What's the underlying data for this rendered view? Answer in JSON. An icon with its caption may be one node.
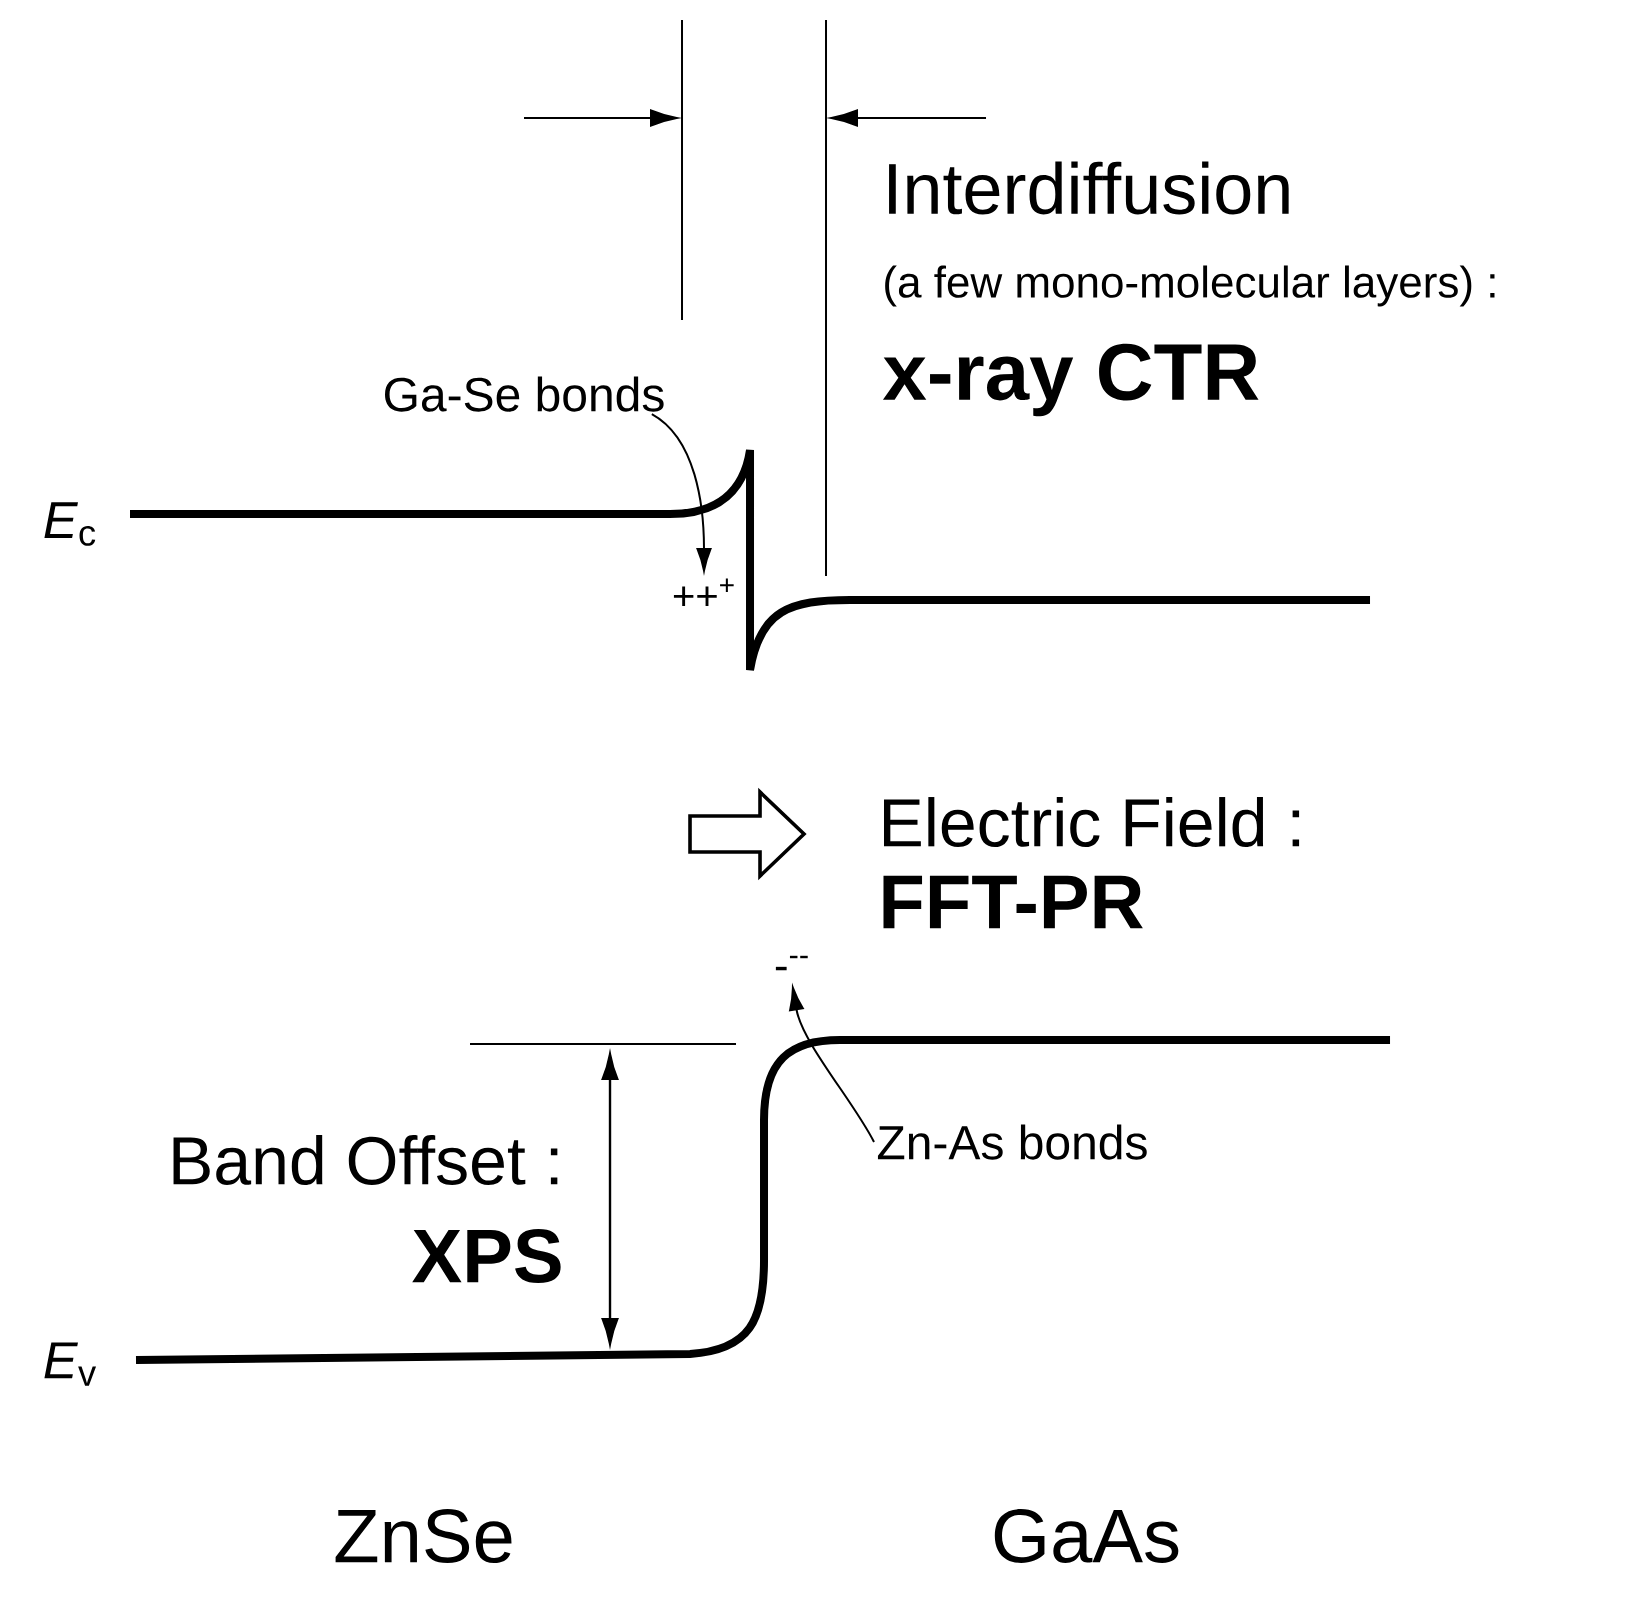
{
  "diagram": {
    "nodes": [
      {
        "text": [
          "Ga-Se bonds"
        ]
      },
      {
        "text": [
          "++$^{+}$"
        ]
      },
      {
        "text": [
          "-$^{--}$"
        ]
      },
      {
        "text": [
          "Zn-As bonds"
        ]
      }
    ],
    "edges": [
      {
        "from": 0,
        "to": 1,
        "arrow": "to"
      },
      {
        "from": 3,
        "to": 2,
        "arrow": "to"
      }
    ],
    "labels": [
      "Interdiffusion",
      "(a few mono-molecular layers) :",
      "x-ray CTR",
      "*E*$_{c}$",
      "Electric Field :",
      "FFT-PR",
      "Band Offset :",
      "XPS",
      "*E*$_{v}$",
      "ZnSe",
      "GaAs"
    ]
  }
}
